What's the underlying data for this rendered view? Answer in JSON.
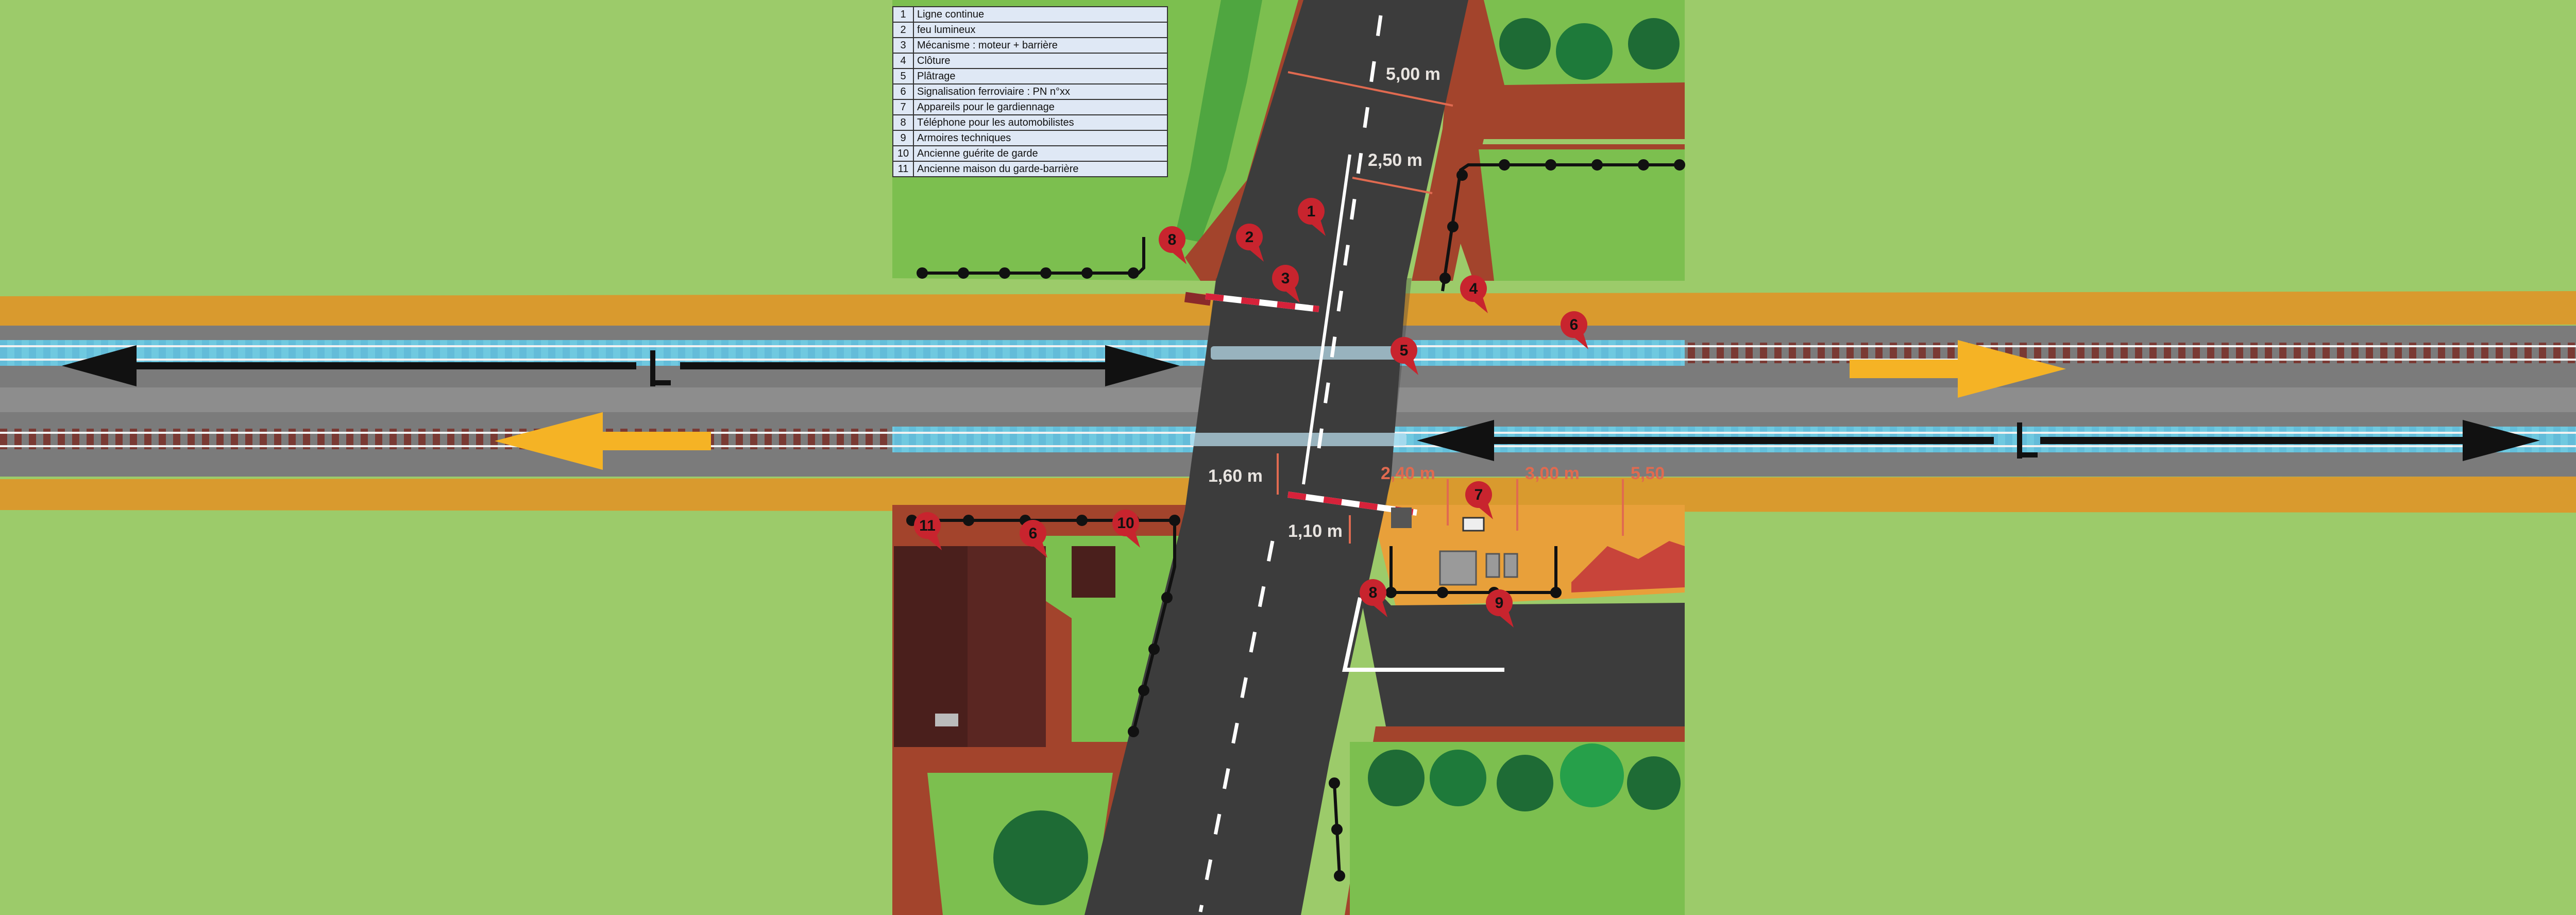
{
  "legend": [
    {
      "num": "1",
      "text": "Ligne continue"
    },
    {
      "num": "2",
      "text": "feu lumineux"
    },
    {
      "num": "3",
      "text": "Mécanisme : moteur + barrière"
    },
    {
      "num": "4",
      "text": "Clôture"
    },
    {
      "num": "5",
      "text": "Plâtrage"
    },
    {
      "num": "6",
      "text": "Signalisation ferroviaire : PN n°xx"
    },
    {
      "num": "7",
      "text": "Appareils pour le gardiennage"
    },
    {
      "num": "8",
      "text": "Téléphone pour les automobilistes"
    },
    {
      "num": "9",
      "text": "Armoires techniques"
    },
    {
      "num": "10",
      "text": "Ancienne guérite de garde"
    },
    {
      "num": "11",
      "text": "Ancienne maison du garde-barrière"
    }
  ],
  "measurements": {
    "road_width": "5,00 m",
    "half_road": "2,50 m",
    "barrier_distance": "1,60 m",
    "barrier_height": "1,10 m",
    "distance_a": "2,40 m",
    "distance_b": "3,00 m",
    "distance_c": "5,50"
  },
  "markers": [
    "1",
    "2",
    "3",
    "4",
    "5",
    "6",
    "6",
    "7",
    "8",
    "8",
    "9",
    "10",
    "11"
  ],
  "colors": {
    "grass": "#9ccb6a",
    "road": "#3c3c3c",
    "ballast": "#d99a2e",
    "platform": "#6ecfe8",
    "pin": "#c8242e",
    "arrow_yellow": "#f5b325",
    "dirt": "#a3442c"
  }
}
